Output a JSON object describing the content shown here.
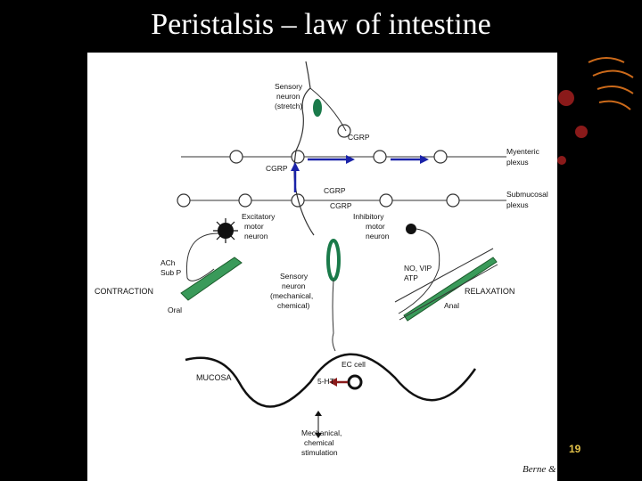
{
  "slide": {
    "title": "Peristalsis – law of intestine",
    "page_number": "19",
    "citation": "Berne &"
  },
  "diagram": {
    "labels": {
      "sensory_stretch": [
        "Sensory",
        "neuron",
        "(stretch)"
      ],
      "cgrp_top": "CGRP",
      "cgrp_left": "CGRP",
      "cgrp_mid1": "CGRP",
      "cgrp_mid2": "CGRP",
      "myenteric": [
        "Myenteric",
        "plexus"
      ],
      "submucosal": [
        "Submucosal",
        "plexus"
      ],
      "excitatory": [
        "Excitatory",
        "motor",
        "neuron"
      ],
      "inhibitory": [
        "Inhibitory",
        "motor",
        "neuron"
      ],
      "ach": [
        "ACh",
        "Sub P"
      ],
      "contraction": "CONTRACTION",
      "oral": "Oral",
      "no_vip": [
        "NO, VIP",
        "ATP"
      ],
      "relaxation": "RELAXATION",
      "anal": "Anal",
      "sensory_mech": [
        "Sensory",
        "neuron",
        "(mechanical,",
        "chemical)"
      ],
      "mucosa": "MUCOSA",
      "ec_cell": "EC cell",
      "ht": "5-HT",
      "stimulation": [
        "Mechanical,",
        "chemical",
        "stimulation"
      ]
    },
    "colors": {
      "arrow_blue": "#1a22a8",
      "arrow_red": "#8a1a1a",
      "neuron_green": "#1a7a4a",
      "muscle_green": "#3a9a5a"
    }
  }
}
